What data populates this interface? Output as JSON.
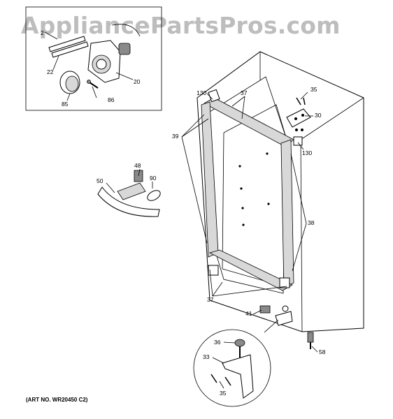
{
  "watermark": "AppliancePartsPros.com",
  "art_number": "(ART NO. WR20450 C2)",
  "callouts": {
    "c2": "2",
    "c22": "22",
    "c20": "20",
    "c85": "85",
    "c86": "86",
    "c130_top": "130",
    "c37_top": "37",
    "c35_top": "35",
    "c30": "30",
    "c39": "39",
    "c130_right": "130",
    "c48": "48",
    "c90": "90",
    "c50": "50",
    "c38": "38",
    "c37_bottom": "37",
    "c41": "41",
    "c58": "58",
    "c36": "36",
    "c33": "33",
    "c35_bottom": "35"
  }
}
